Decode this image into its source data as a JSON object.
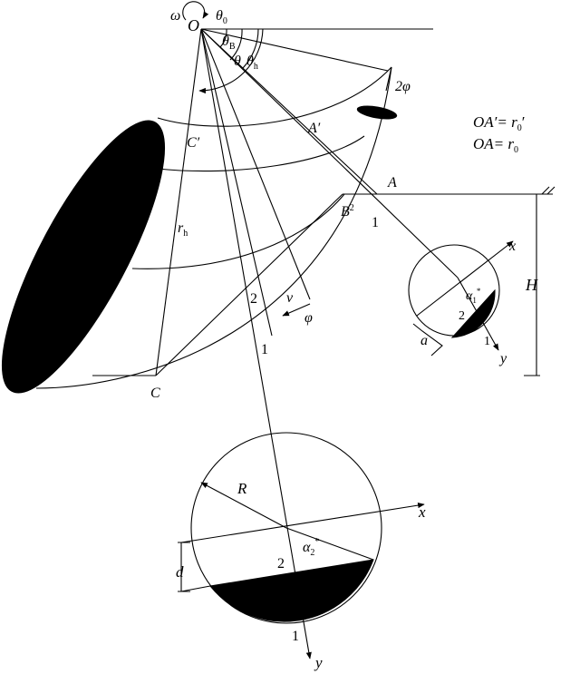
{
  "labels": {
    "omega": "ω",
    "O": "O",
    "theta0_sym": "θ",
    "theta0_sub": "0",
    "thetaB_sym": "θ",
    "thetaB_sub": "B",
    "theta_sym": "θ",
    "thetah_sym": "θ",
    "thetah_sub": "h",
    "two_phi": "2φ",
    "A_prime": "A′",
    "C_prime": "C′",
    "A": "A",
    "B2": "B",
    "B2_sup": "2",
    "one_top": "1",
    "r_h_sym": "r",
    "r_h_sub": "h",
    "two_mid": "2",
    "v": "v",
    "phi": "φ",
    "one_mid": "1",
    "C": "C",
    "H": "H",
    "eq1_lhs": "OA′= r",
    "eq1_sub": "0",
    "eq1_tail": "′",
    "eq2_lhs": "OA= r",
    "eq2_sub": "0",
    "small_x": "x",
    "small_y": "y",
    "alpha1_sym": "α",
    "alpha1_sub": "1",
    "alpha1_sup": "*",
    "small_two": "2",
    "small_one": "1",
    "a": "a",
    "R": "R",
    "big_x": "x",
    "big_y": "y",
    "alpha2_sym": "α",
    "alpha2_sub": "2",
    "alpha2_sup": "*",
    "d": "d",
    "big_two": "2",
    "big_one": "1"
  }
}
